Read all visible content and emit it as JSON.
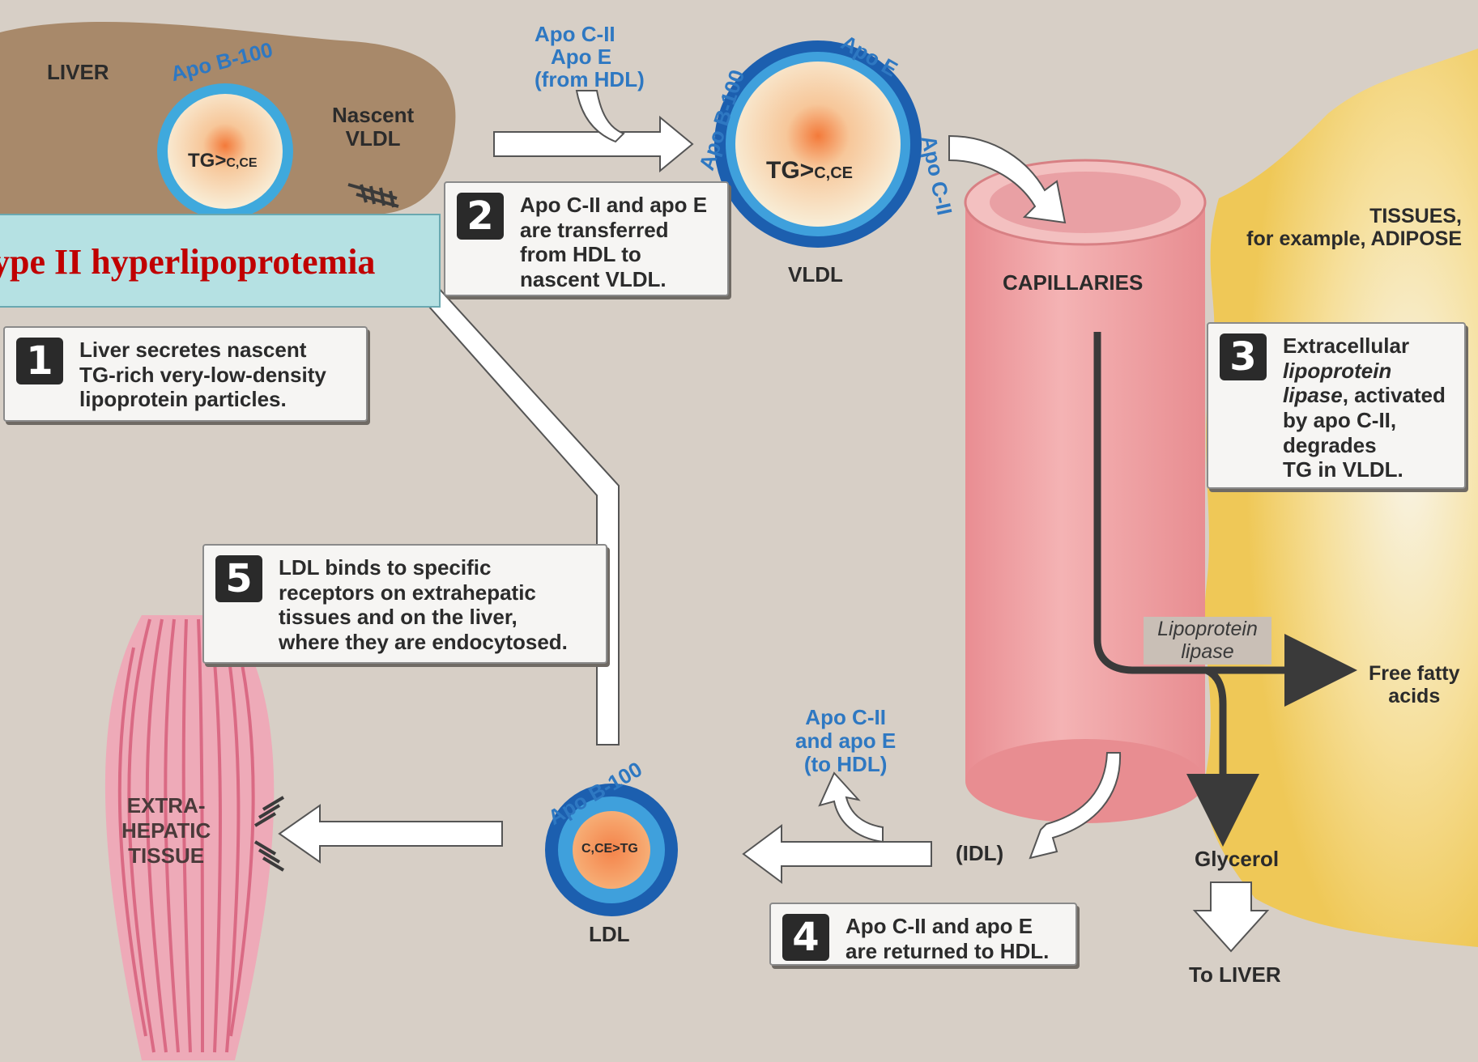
{
  "title": "ype II hyperlipoprotemia",
  "labels": {
    "liver": "LIVER",
    "apo_b100_nascent": "Apo B-100",
    "nascent_vldl": "Nascent\nVLDL",
    "tg_nascent_main": "TG>",
    "tg_nascent_sub": "C,CE",
    "apo_cii_top": "Apo C-II",
    "apo_e_top": "Apo E",
    "from_hdl": "(from HDL)",
    "apo_b100_vldl": "Apo B-100",
    "apo_e_vldl": "Apo E",
    "apo_cii_vldl": "Apo C-II",
    "tg_vldl_main": "TG>",
    "tg_vldl_sub": "C,CE",
    "vldl": "VLDL",
    "capillaries": "CAPILLARIES",
    "tissues": "TISSUES,\nfor example, ADIPOSE",
    "lipoprotein_lipase": "Lipoprotein\nlipase",
    "free_fatty_acids": "Free fatty\nacids",
    "glycerol": "Glycerol",
    "to_liver": "To LIVER",
    "idl": "(IDL)",
    "apo_cii_to_hdl": "Apo C-II\nand apo E\n(to HDL)",
    "apo_b100_ldl": "Apo B-100",
    "ldl_core": "C,CE>TG",
    "ldl": "LDL",
    "extra_hepatic": "EXTRA-\nHEPATIC\nTISSUE"
  },
  "steps": [
    {
      "num": "1",
      "text": "Liver secretes nascent\nTG-rich very-low-density\nlipoprotein particles."
    },
    {
      "num": "2",
      "text": "Apo C-II and apo E\nare transferred\nfrom HDL to\nnascent VLDL."
    },
    {
      "num": "3",
      "text_parts": [
        "Extracellular\n",
        "lipoprotein\nlipase",
        ", activated\nby apo C-II,\ndegrades\nTG in VLDL."
      ]
    },
    {
      "num": "4",
      "text": "Apo C-II and apo E\nare returned to HDL."
    },
    {
      "num": "5",
      "text": "LDL binds to specific\nreceptors on extrahepatic\ntissues and on the liver,\nwhere they are endocytosed."
    }
  ],
  "colors": {
    "background": "#d7cfc6",
    "liver": "#a8896a",
    "adipose": "#f3d36a",
    "capillary": "#eea4a6",
    "apo_blue": "#2e78c2",
    "title_red": "#c00000",
    "title_box": "#b5e1e3"
  }
}
